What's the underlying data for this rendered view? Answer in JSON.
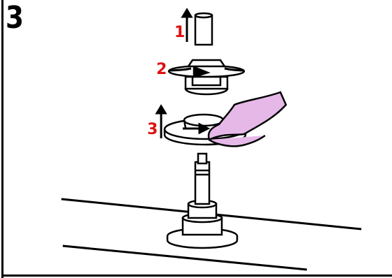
{
  "step_number": "3",
  "callouts": [
    "1",
    "2",
    "3"
  ],
  "colors": {
    "callout": "#e01010",
    "hand_fill": "#e6b8e8",
    "line": "#000000"
  }
}
